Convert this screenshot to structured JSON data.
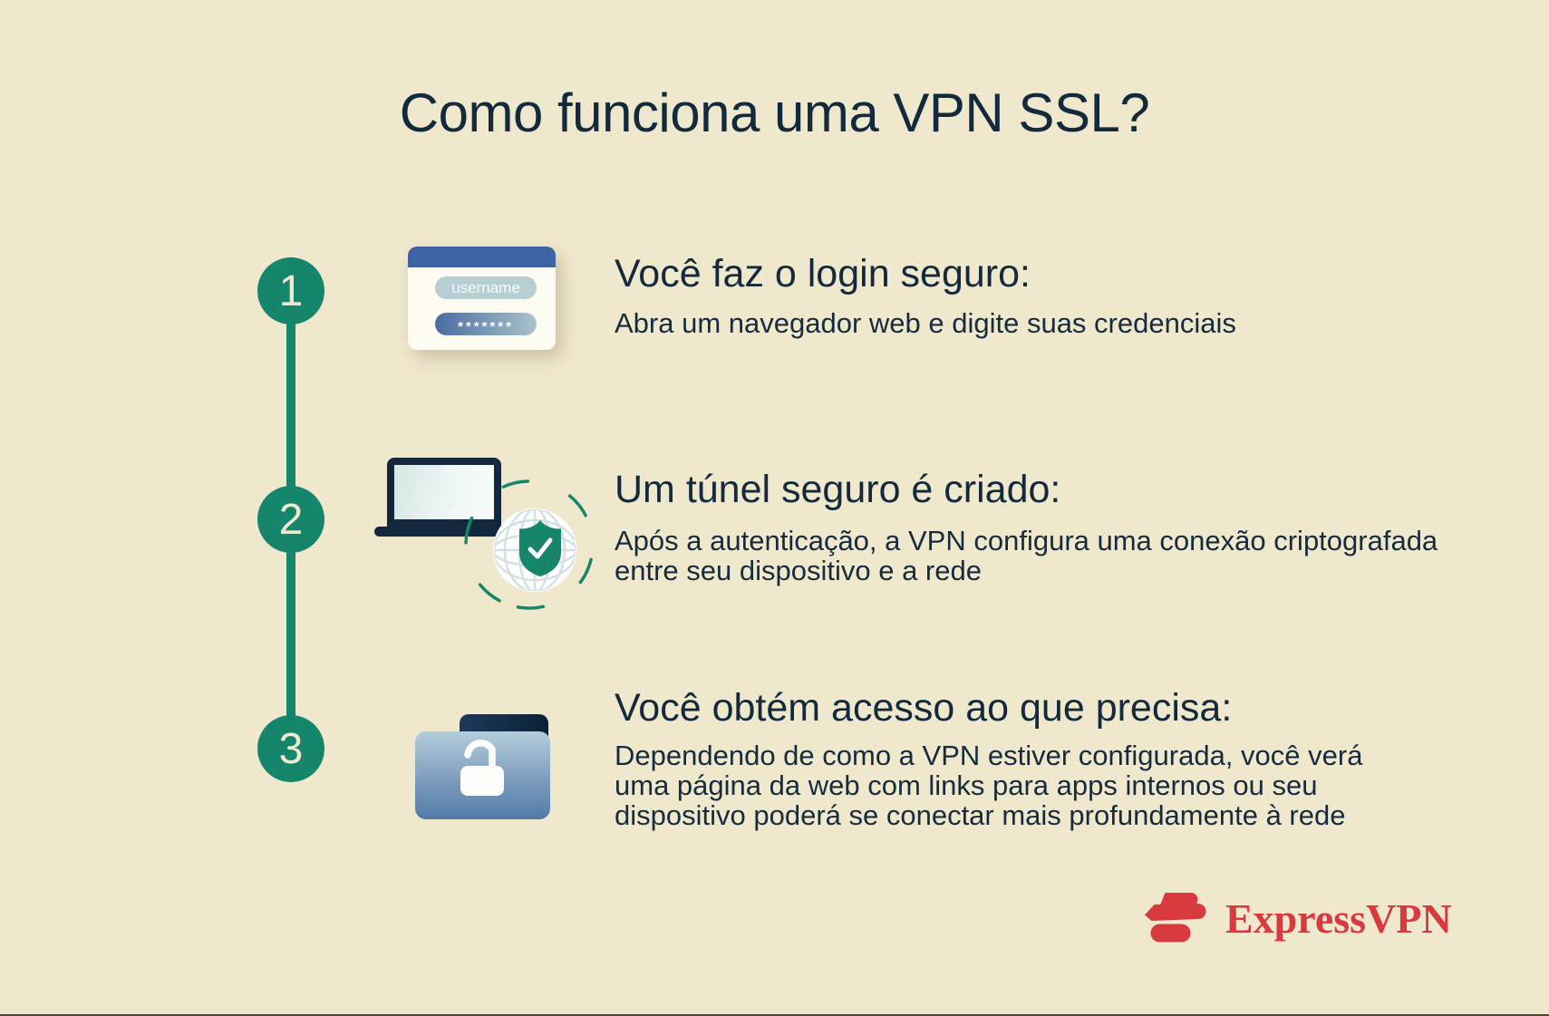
{
  "page": {
    "title": "Como funciona uma VPN SSL?"
  },
  "steps": [
    {
      "number": "1",
      "heading": "Você faz o login seguro:",
      "body_lines": [
        "Abra um navegador web e digite suas credenciais"
      ],
      "icon": {
        "name": "login-form-icon",
        "username_text": "username",
        "password_mask": "*******"
      }
    },
    {
      "number": "2",
      "heading": "Um túnel seguro é criado:",
      "body_lines": [
        "Após a autenticação, a VPN configura uma conexão criptografada",
        "entre seu dispositivo e a rede"
      ],
      "icon": {
        "name": "laptop-globe-shield-icon"
      }
    },
    {
      "number": "3",
      "heading": "Você obtém acesso ao que precisa:",
      "body_lines": [
        "Dependendo de como a VPN estiver configurada, você verá",
        "uma página da web com links para apps internos ou seu",
        "dispositivo poderá se conectar mais profundamente à rede"
      ],
      "icon": {
        "name": "unlocked-folder-icon"
      }
    }
  ],
  "footer": {
    "brand_name": "ExpressVPN"
  },
  "colors": {
    "background": "#F0E8CD",
    "text_navy": "#132A3D",
    "accent_green": "#15866B",
    "card_blue": "#3E63A2",
    "brand_red": "#D93A40"
  }
}
